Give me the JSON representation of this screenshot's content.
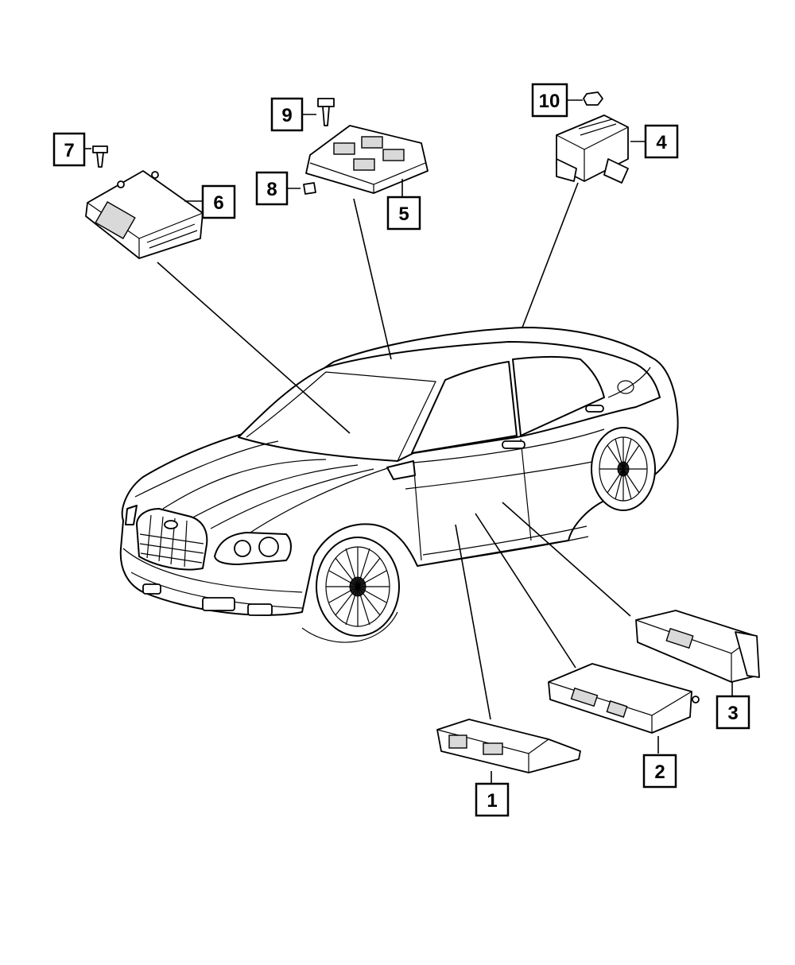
{
  "callouts": [
    {
      "id": "1",
      "label": "1"
    },
    {
      "id": "2",
      "label": "2"
    },
    {
      "id": "3",
      "label": "3"
    },
    {
      "id": "4",
      "label": "4"
    },
    {
      "id": "5",
      "label": "5"
    },
    {
      "id": "6",
      "label": "6"
    },
    {
      "id": "7",
      "label": "7"
    },
    {
      "id": "8",
      "label": "8"
    },
    {
      "id": "9",
      "label": "9"
    },
    {
      "id": "10",
      "label": "10"
    }
  ]
}
